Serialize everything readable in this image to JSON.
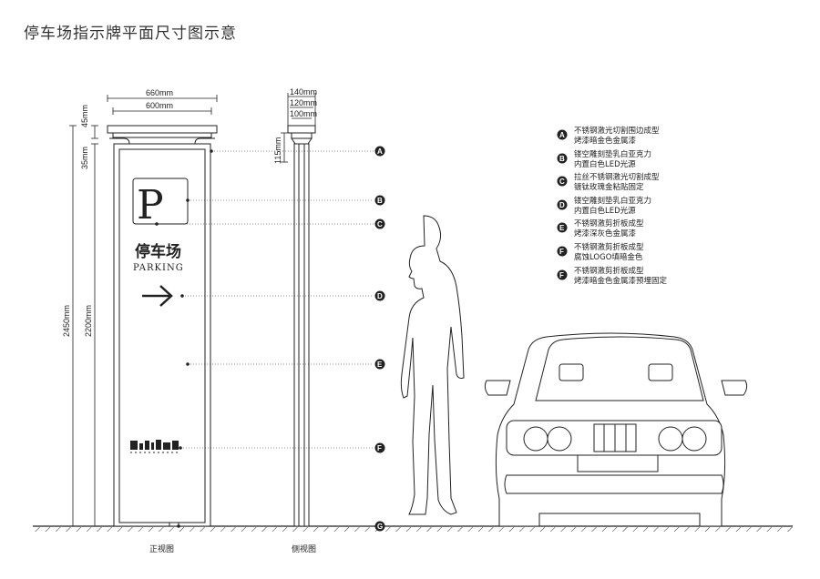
{
  "title": "停车场指示牌平面尺寸图示意",
  "sign": {
    "zh_text": "停车场",
    "en_text": "PARKING",
    "p_letter": "P"
  },
  "dimensions": {
    "front_width_outer": "660mm",
    "front_width_inner": "600mm",
    "side_140": "140mm",
    "side_120": "120mm",
    "side_100": "100mm",
    "top_45": "45mm",
    "top_35": "35mm",
    "side_115": "115mm",
    "total_height": "2450mm",
    "body_height": "2200mm"
  },
  "callout_letters": [
    "A",
    "B",
    "C",
    "D",
    "E",
    "F",
    "G"
  ],
  "legend": [
    {
      "letter": "A",
      "lines": [
        "不锈钢激光切割围边成型",
        "烤漆暗金色金属漆"
      ]
    },
    {
      "letter": "B",
      "lines": [
        "镂空雕刻垫乳白亚克力",
        "内置白色LED光源"
      ]
    },
    {
      "letter": "C",
      "lines": [
        "拉丝不锈钢激光切割成型",
        "镀钛玫瑰金粘贴固定"
      ]
    },
    {
      "letter": "D",
      "lines": [
        "镂空雕刻垫乳白亚克力",
        "内置白色LED光源"
      ]
    },
    {
      "letter": "E",
      "lines": [
        "不锈钢激剪折板成型",
        "烤漆深灰色金属漆"
      ]
    },
    {
      "letter": "F",
      "lines": [
        "不锈钢激剪折板成型",
        "腐蚀LOGO填暗金色"
      ]
    },
    {
      "letter": "F",
      "lines": [
        "不锈钢激剪折板成型",
        "烤漆暗金色金属漆预埋固定"
      ]
    }
  ],
  "views": {
    "front": "正视图",
    "side": "侧视图"
  }
}
